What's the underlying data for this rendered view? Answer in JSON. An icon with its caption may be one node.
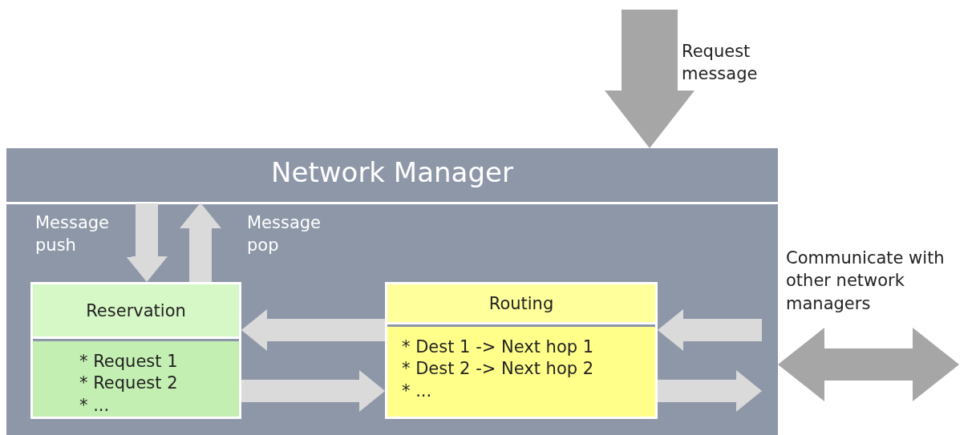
{
  "diagram": {
    "nodes": [
      {
        "text": [
          "Network Manager"
        ]
      },
      {
        "text": [
          "Reservation",
          "* Request 1",
          "* Request 2",
          "* ..."
        ],
        "in": 0
      },
      {
        "text": [
          "Routing",
          "* Dest 1 -> Next hop 1",
          "* Dest 2 -> Next hop 2",
          "* ..."
        ],
        "in": 0
      }
    ],
    "edges": [
      {
        "from": null,
        "to": 0,
        "arrow": "to",
        "label": "Request message",
        "style": "thick",
        "color": "#a6a6a6"
      },
      {
        "from": null,
        "to": 1,
        "arrow": "to",
        "label": "Message push"
      },
      {
        "from": 1,
        "to": 0,
        "arrow": "to",
        "label": "Message pop"
      },
      {
        "from": 2,
        "to": 1,
        "arrow": "to"
      },
      {
        "from": 1,
        "to": 2,
        "arrow": "to"
      },
      {
        "from": null,
        "to": 2,
        "arrow": "to"
      },
      {
        "from": 2,
        "to": null,
        "arrow": "to"
      },
      {
        "from": 0,
        "to": null,
        "arrow": "both",
        "label": "Communicate with other network managers",
        "color": "#a6a6a6"
      }
    ]
  }
}
